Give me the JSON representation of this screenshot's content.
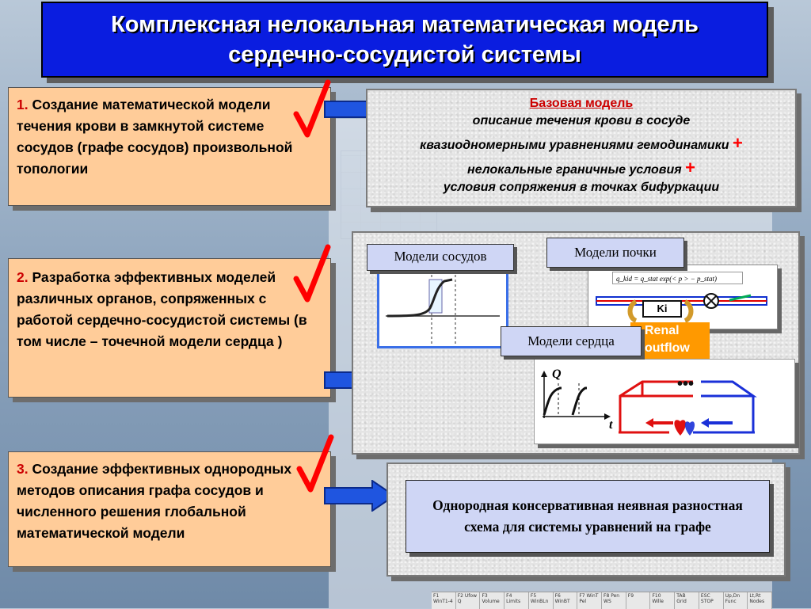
{
  "title": {
    "line1": "Комплексная нелокальная математическая модель",
    "line2": "сердечно-сосудистой системы"
  },
  "steps": [
    {
      "num": "1.",
      "text": " Создание математической модели течения крови в замкнутой системе сосудов (графе сосудов) произвольной топологии"
    },
    {
      "num": "2.",
      "text": " Разработка эффективных моделей различных органов, сопряженных с работой сердечно-сосудистой системы (в том числе – точечной модели сердца )"
    },
    {
      "num": "3.",
      "text": " Создание эффективных однородных методов описания графа сосудов и численного решения глобальной математической модели"
    }
  ],
  "base_model": {
    "header": "Базовая модель",
    "line1": "описание течения крови в сосуде",
    "line2": "квазиодномерными уравнениями гемодинамики",
    "line3": "нелокальные граничные условия",
    "line4": "условия сопряжения в точках бифуркации",
    "plus": "+"
  },
  "models": {
    "vessels": "Модели сосудов",
    "kidney": "Модели почки",
    "heart": "Модели сердца",
    "renal": "Renal outflow",
    "ki": "Ki",
    "formula": "q_kid = q_stat exp(< p > − p_stat)",
    "q_label": "Q",
    "t_label": "t",
    "dots": "•••"
  },
  "method": {
    "text": "Однородная консервативная неявная разностная схема для системы уравнений на графе"
  },
  "fkeys": [
    "F1 WinT1-4",
    "F2 Ufow Q",
    "F3 Volume",
    "F4 Limits",
    "F5 WinBLn",
    "F6 WinBT",
    "F7 WinT Pel",
    "F8 Pen WS",
    "F9",
    "F10 Wille",
    "TAB Grid",
    "ESC STOP",
    "Up,Dn Func",
    "Lt,Rt Nodes"
  ],
  "colors": {
    "title_bg": "#0a1de0",
    "step_bg": "#ffcc99",
    "accent_red": "#cc0000",
    "label_bg": "#cfd6f5",
    "arrow_blue": "#1f55e0",
    "check_red": "#ff0000"
  }
}
